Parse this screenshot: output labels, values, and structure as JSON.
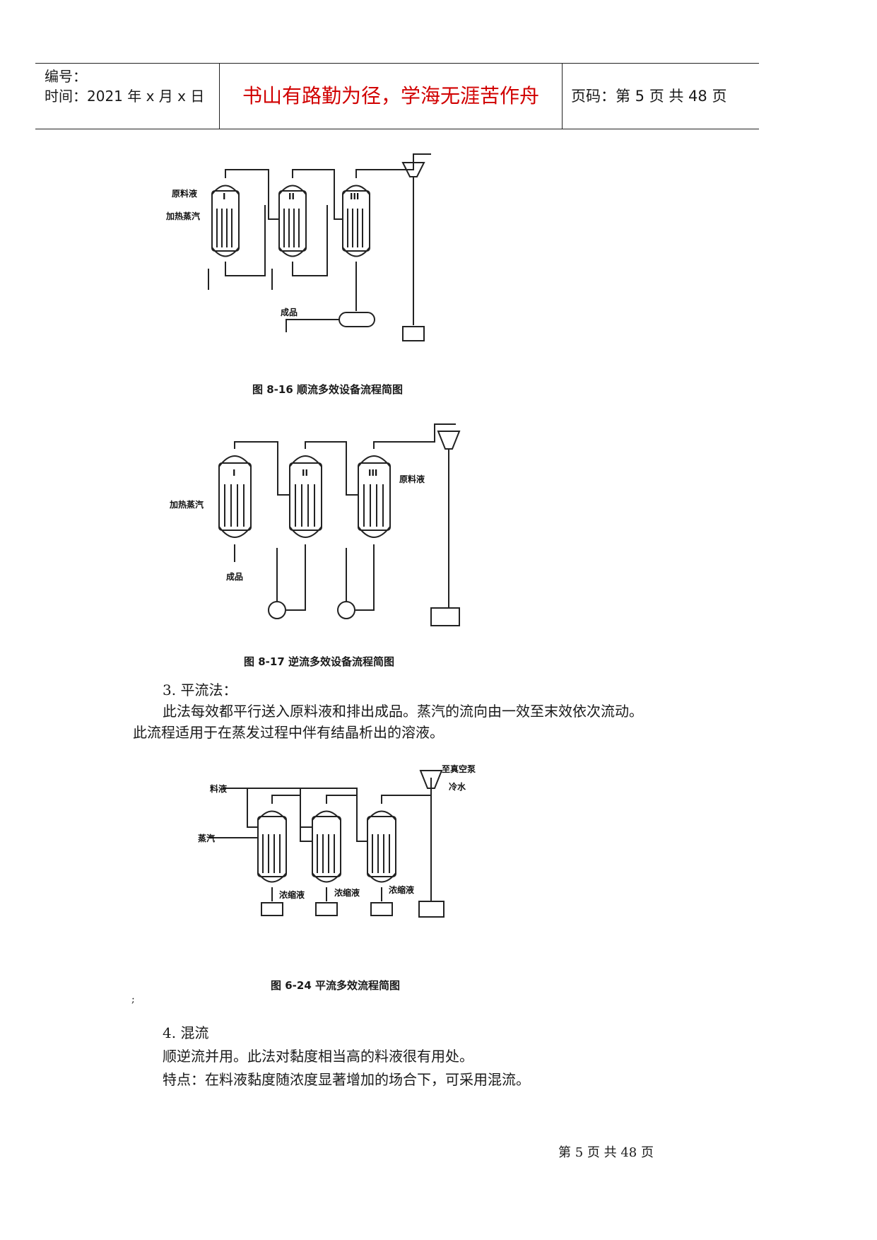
{
  "header": {
    "number_label": "编号：",
    "date_label": "时间：2021 年 x 月 x 日",
    "motto": "书山有路勤为径，学海无涯苦作舟",
    "page_label": "页码：第 5 页  共 48 页"
  },
  "figure1": {
    "caption": "图 8-16    顺流多效设备流程简图",
    "labels": {
      "feed": "原料液",
      "steam": "加热蒸汽",
      "product": "成品",
      "e1": "I",
      "e2": "II",
      "e3": "III"
    }
  },
  "figure2": {
    "caption": "图 8-17    逆流多效设备流程简图",
    "labels": {
      "feed": "原料液",
      "steam": "加热蒸汽",
      "product": "成品",
      "e1": "I",
      "e2": "II",
      "e3": "III"
    }
  },
  "section3": {
    "title": "3. 平流法：",
    "para_line1": "此法每效都平行送入原料液和排出成品。蒸汽的流向由一效至末效依次流动。",
    "para_line2": "此流程适用于在蒸发过程中伴有结晶析出的溶液。"
  },
  "figure3": {
    "caption": "图 6-24    平流多效流程简图",
    "labels": {
      "vacuum": "至真空泵",
      "cold_water": "冷水",
      "feed": "料液",
      "steam": "蒸汽",
      "conc1": "浓缩液",
      "conc2": "浓缩液",
      "conc3": "浓缩液"
    }
  },
  "stray_mark": ";",
  "section4": {
    "title": "4. 混流",
    "line1": "顺逆流并用。此法对黏度相当高的料液很有用处。",
    "line2": "特点：在料液黏度随浓度显著增加的场合下，可采用混流。"
  },
  "footer": {
    "text": "第 5 页 共 48 页"
  }
}
